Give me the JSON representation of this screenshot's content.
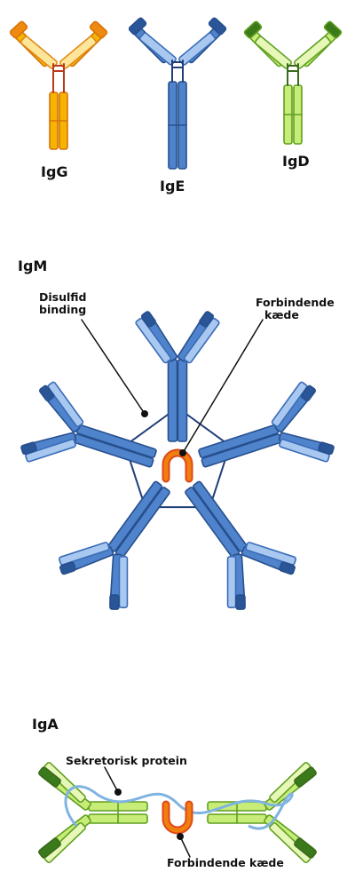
{
  "labels": {
    "igg": "IgG",
    "ige": "IgE",
    "igd": "IgD",
    "igm": "IgM",
    "iga": "IgA",
    "disulfid": "Disulfid",
    "binding": "binding",
    "forbindende_igm_1": "Forbindende",
    "forbindende_igm_2": "kæde",
    "sekretorisk": "Sekretorisk protein",
    "forbindende_iga": "Forbindende kæde"
  },
  "colors": {
    "igg": {
      "heavy_fill": "#f5b400",
      "heavy_stroke": "#d9730a",
      "light_fill": "#fde69a",
      "light_stroke": "#e08a14",
      "hinge": "#b83a1a"
    },
    "blue": {
      "heavy_fill": "#4f84cc",
      "heavy_stroke": "#274f8e",
      "light_fill": "#a8c8f0",
      "light_stroke": "#3a6cb8",
      "dark": "#2a5597",
      "line": "#1f3f78"
    },
    "green": {
      "heavy_fill": "#c8ec78",
      "heavy_stroke": "#5fa020",
      "dark": "#3b7a1a",
      "light": "#e6f7b8",
      "line": "#3a6a1a"
    },
    "jchain": {
      "fill": "#f07f10",
      "stroke": "#e0461a"
    },
    "secretory": "#7fb3e0"
  }
}
